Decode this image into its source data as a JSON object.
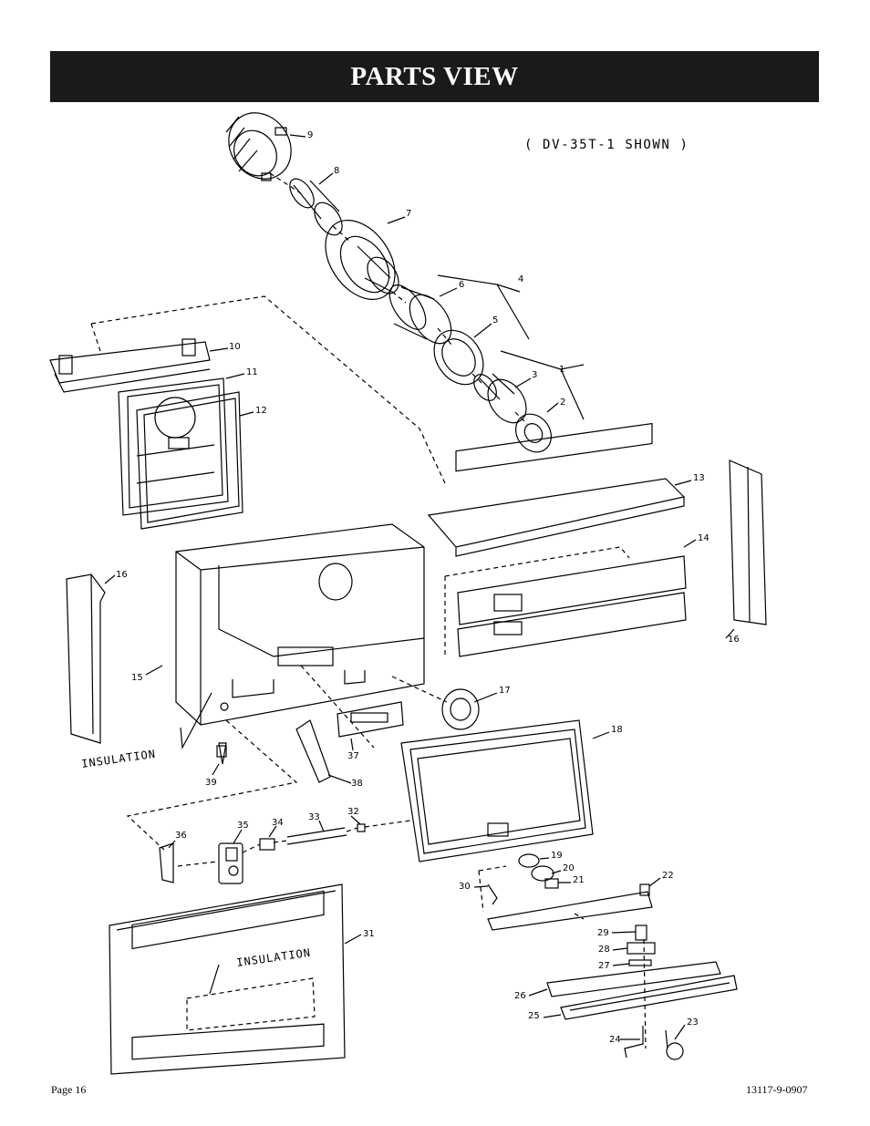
{
  "header": {
    "title": "PARTS VIEW"
  },
  "diagram": {
    "model_note": "( DV-35T-1 SHOWN )",
    "insulation_labels": [
      "INSULATION",
      "INSULATION"
    ],
    "part_numbers": [
      "1",
      "2",
      "3",
      "4",
      "5",
      "6",
      "7",
      "8",
      "9",
      "10",
      "11",
      "12",
      "13",
      "14",
      "15",
      "16",
      "16",
      "17",
      "18",
      "19",
      "20",
      "21",
      "22",
      "23",
      "24",
      "25",
      "26",
      "27",
      "28",
      "29",
      "30",
      "31",
      "32",
      "33",
      "34",
      "35",
      "36",
      "37",
      "38",
      "39"
    ]
  },
  "footer": {
    "page_label": "Page 16",
    "doc_number": "13117-9-0907"
  }
}
